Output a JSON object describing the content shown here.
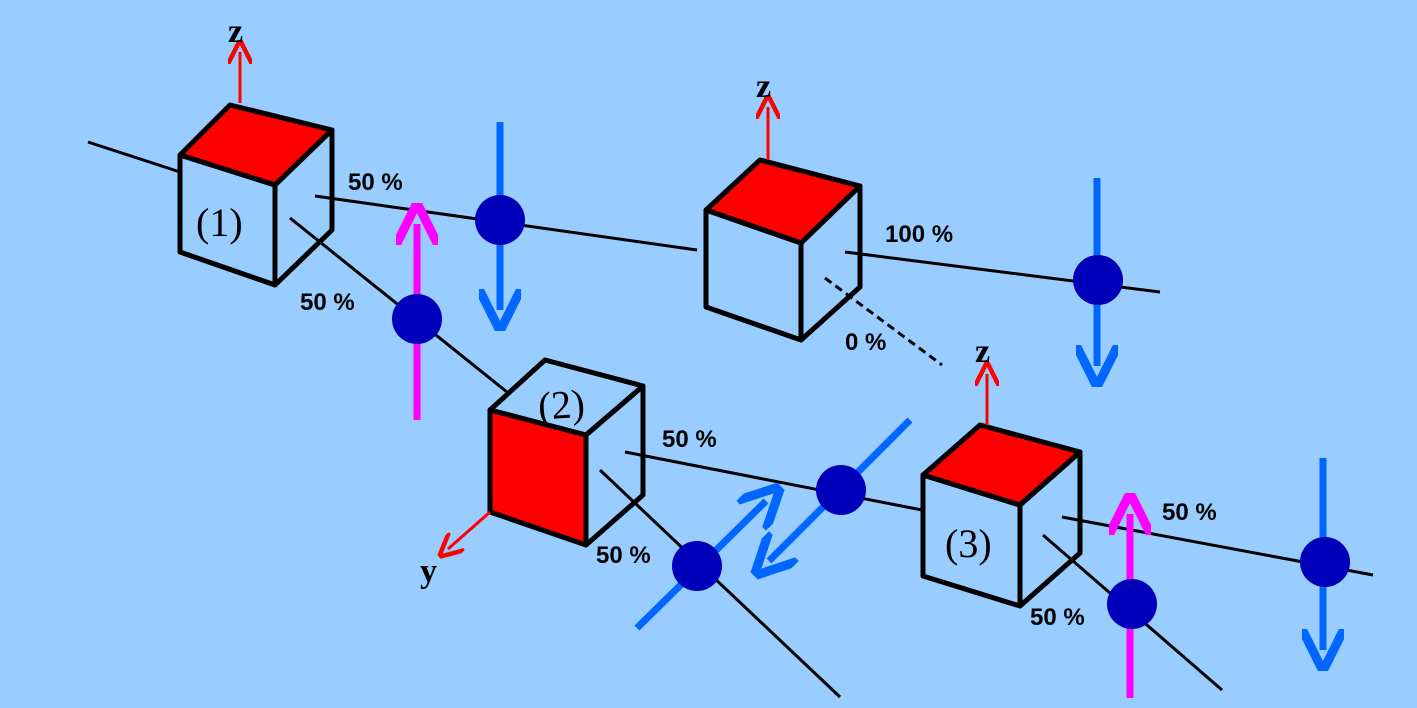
{
  "axes": {
    "z": "z",
    "y": "y"
  },
  "cubes": [
    {
      "label": "(1)"
    },
    {
      "label": ""
    },
    {
      "label": "(2)"
    },
    {
      "label": "(3)"
    }
  ],
  "percent_labels": {
    "cube1_right": "50 %",
    "cube1_down": "50 %",
    "cube_top_right": "100 %",
    "cube_top_down": "0 %",
    "cube2_right": "50 %",
    "cube2_down": "50 %",
    "cube3_right": "50 %",
    "cube3_down": "50 %"
  },
  "colors": {
    "background": "#99ccff",
    "face": "#ff0000",
    "ball": "#0000bb",
    "blue_arrow": "#0066ff",
    "magenta_arrow": "#ff00ff",
    "axis_arrow": "#ff0000"
  }
}
